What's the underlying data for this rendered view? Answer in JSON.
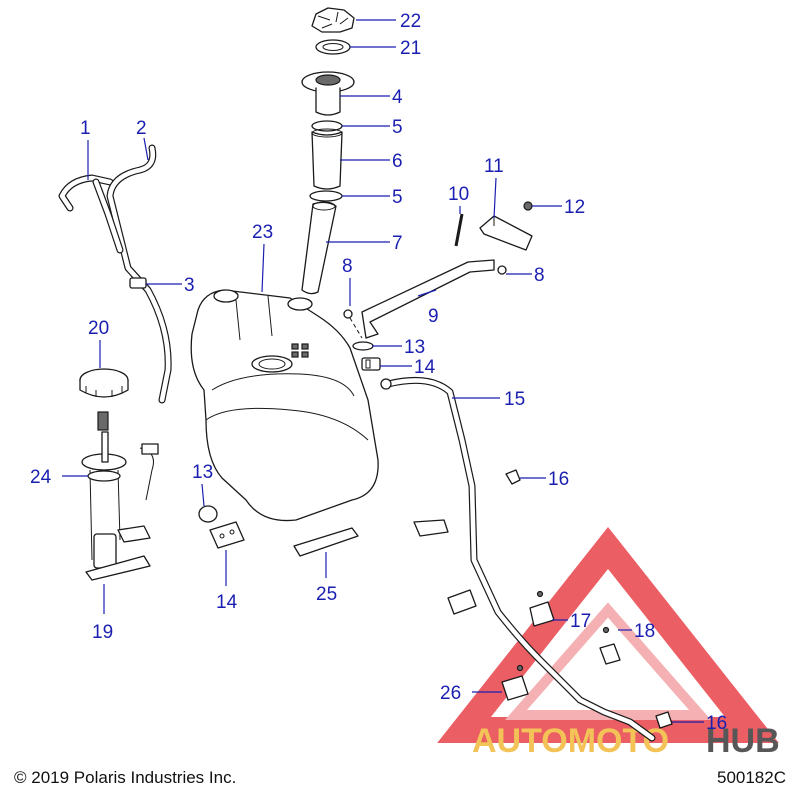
{
  "callouts": [
    {
      "id": "c1",
      "text": "1"
    },
    {
      "id": "c2",
      "text": "2"
    },
    {
      "id": "c3",
      "text": "3"
    },
    {
      "id": "c4",
      "text": "4"
    },
    {
      "id": "c5a",
      "text": "5"
    },
    {
      "id": "c5b",
      "text": "5"
    },
    {
      "id": "c6",
      "text": "6"
    },
    {
      "id": "c7",
      "text": "7"
    },
    {
      "id": "c8a",
      "text": "8"
    },
    {
      "id": "c8b",
      "text": "8"
    },
    {
      "id": "c9",
      "text": "9"
    },
    {
      "id": "c10",
      "text": "10"
    },
    {
      "id": "c11",
      "text": "11"
    },
    {
      "id": "c12",
      "text": "12"
    },
    {
      "id": "c13a",
      "text": "13"
    },
    {
      "id": "c13b",
      "text": "13"
    },
    {
      "id": "c14a",
      "text": "14"
    },
    {
      "id": "c14b",
      "text": "14"
    },
    {
      "id": "c15",
      "text": "15"
    },
    {
      "id": "c16a",
      "text": "16"
    },
    {
      "id": "c16b",
      "text": "16"
    },
    {
      "id": "c17",
      "text": "17"
    },
    {
      "id": "c18",
      "text": "18"
    },
    {
      "id": "c19",
      "text": "19"
    },
    {
      "id": "c20",
      "text": "20"
    },
    {
      "id": "c21",
      "text": "21"
    },
    {
      "id": "c22",
      "text": "22"
    },
    {
      "id": "c23",
      "text": "23"
    },
    {
      "id": "c24",
      "text": "24"
    },
    {
      "id": "c25",
      "text": "25"
    },
    {
      "id": "c26",
      "text": "26"
    }
  ],
  "footer": {
    "copyright": "© 2019 Polaris Industries Inc.",
    "diagram_code": "500182C"
  },
  "watermark": {
    "brand_part1": "AUTOMOTO",
    "brand_part2": "HUB",
    "color_primary": "#e8434a",
    "color_accent": "#f2b93b",
    "color_dark": "#3a3a3a"
  },
  "colors": {
    "callout": "#1a1fb0",
    "line_art": "#1a1a1a"
  }
}
